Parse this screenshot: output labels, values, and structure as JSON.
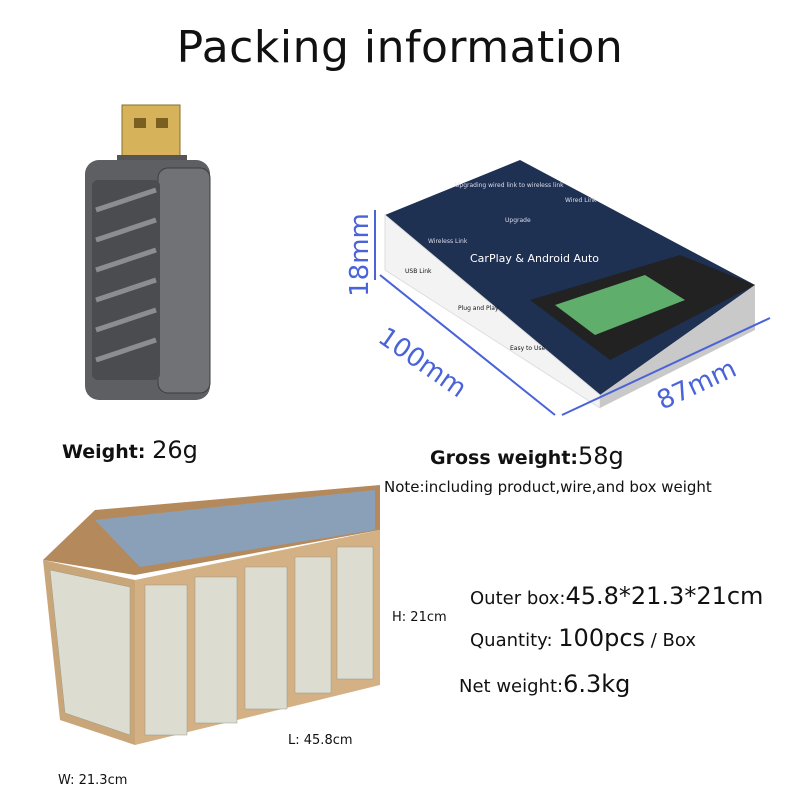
{
  "title": "Packing information",
  "product": {
    "weight_label": "Weight:",
    "weight_value": "26g"
  },
  "retail_box": {
    "header_text": "Upgrading wired link to wireless link",
    "features": [
      "Wireless Link",
      "Upgrade",
      "Wired Link"
    ],
    "brand_line": "CarPlay & Android Auto",
    "side_features": [
      "USB Link",
      "Plug and Play",
      "Easy to Use"
    ],
    "dimensions": {
      "height": "18mm",
      "length": "100mm",
      "width": "87mm"
    },
    "gross_weight_label": "Gross weight:",
    "gross_weight_value": "58g",
    "note": "Note:including product,wire,and box weight"
  },
  "carton": {
    "height_label": "H:",
    "height_value": "21cm",
    "length_label": "L:",
    "length_value": "45.8cm",
    "width_label": "W:",
    "width_value": "21.3cm",
    "outer_box_label": "Outer box:",
    "outer_box_value": "45.8*21.3*21cm",
    "quantity_label": "Quantity:",
    "quantity_value": "100pcs",
    "quantity_unit": "/ Box",
    "net_weight_label": "Net weight:",
    "net_weight_value": "6.3kg"
  },
  "colors": {
    "dimension_line": "#4a63d8",
    "carton": "#c9a679",
    "box_top": "#1e3152"
  }
}
